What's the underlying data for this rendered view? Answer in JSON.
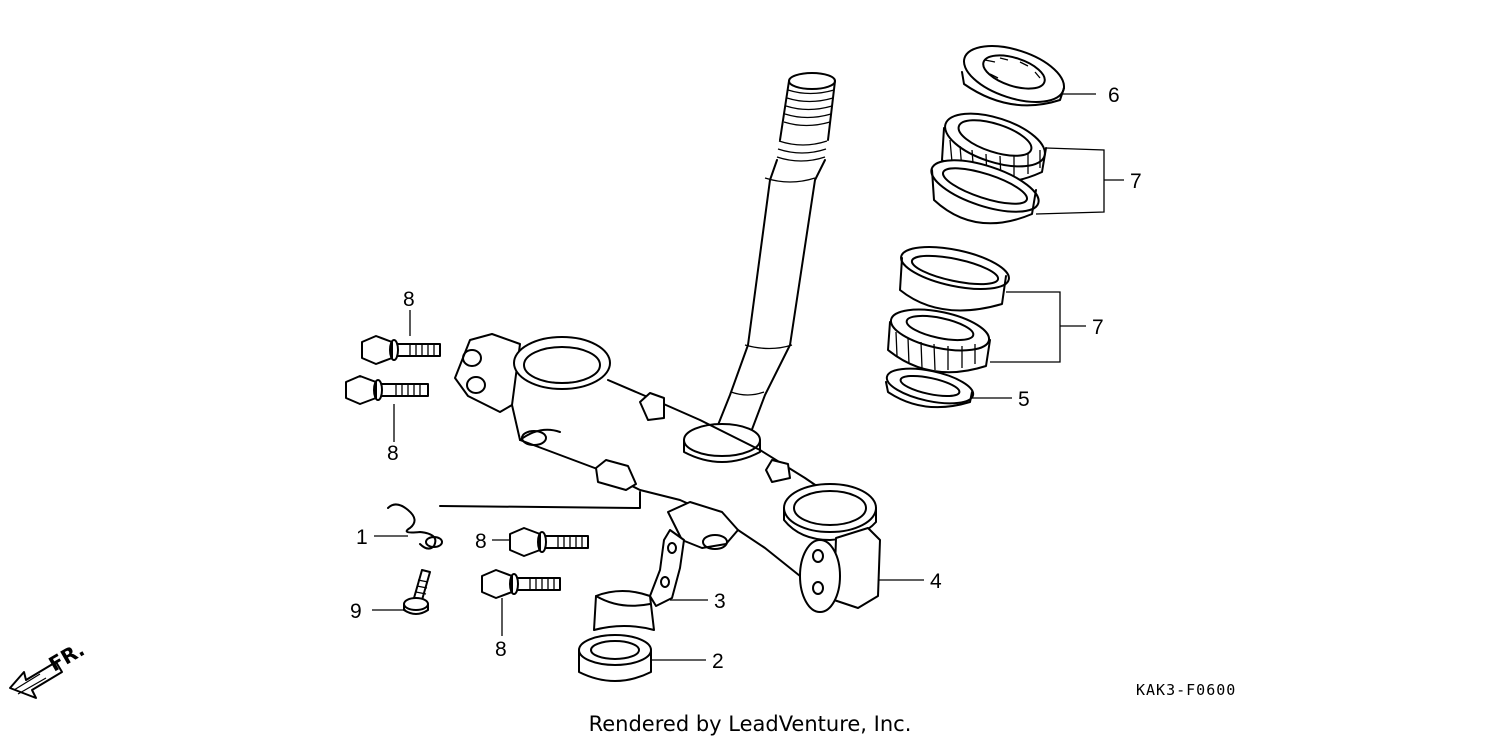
{
  "diagram": {
    "diagram_code": "KAK3-F0600",
    "credit": "Rendered by LeadVenture, Inc.",
    "direction_label": "FR.",
    "callouts": [
      {
        "id": "c6",
        "text": "6"
      },
      {
        "id": "c7a",
        "text": "7"
      },
      {
        "id": "c7b",
        "text": "7"
      },
      {
        "id": "c5",
        "text": "5"
      },
      {
        "id": "c4",
        "text": "4"
      },
      {
        "id": "c3",
        "text": "3"
      },
      {
        "id": "c2",
        "text": "2"
      },
      {
        "id": "c1",
        "text": "1"
      },
      {
        "id": "c9",
        "text": "9"
      },
      {
        "id": "c8a",
        "text": "8"
      },
      {
        "id": "c8b",
        "text": "8"
      },
      {
        "id": "c8c",
        "text": "8"
      },
      {
        "id": "c8d",
        "text": "8"
      }
    ]
  }
}
